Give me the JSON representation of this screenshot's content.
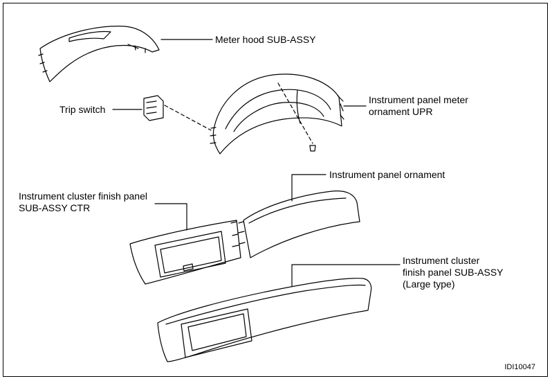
{
  "labels": {
    "meter_hood": "Meter hood SUB-ASSY",
    "trip_switch": "Trip switch",
    "meter_ornament": [
      "Instrument panel meter",
      "ornament UPR"
    ],
    "panel_ornament": "Instrument panel ornament",
    "finish_ctr": [
      "Instrument cluster finish panel",
      "SUB-ASSY CTR"
    ],
    "finish_large": [
      "Instrument cluster",
      "finish panel SUB-ASSY",
      "(Large type)"
    ]
  },
  "figure_code": "IDI10047",
  "colors": {
    "line": "#000000",
    "background": "#ffffff"
  }
}
